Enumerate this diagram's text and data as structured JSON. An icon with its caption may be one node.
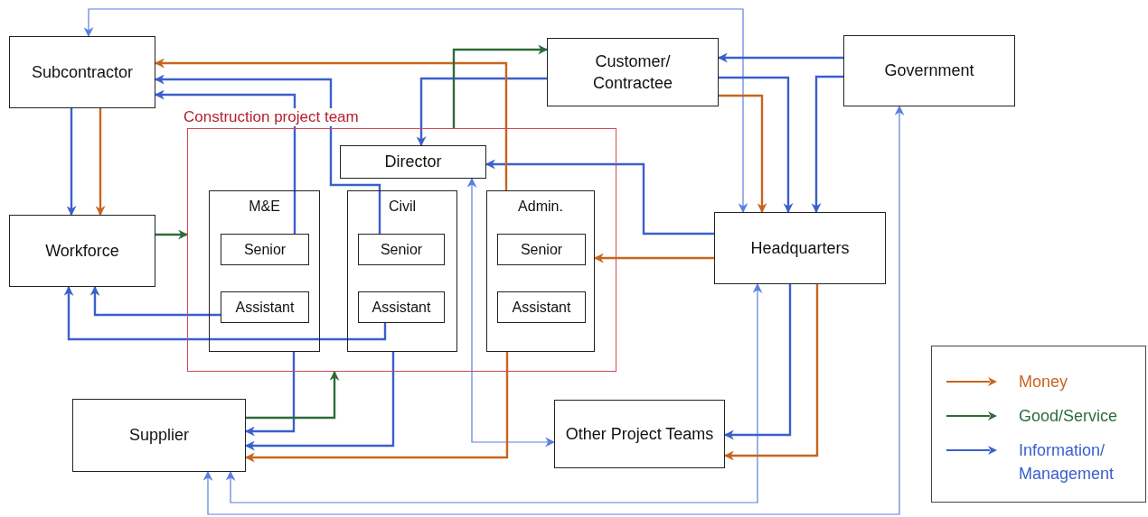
{
  "diagram": {
    "nodes": [
      {
        "text": [
          "Subcontractor"
        ]
      },
      {
        "text": [
          "Customer/ Contractee"
        ]
      },
      {
        "text": [
          "Government"
        ]
      },
      {
        "text": [
          "Construction project team"
        ]
      },
      {
        "text": [
          "Director"
        ],
        "in": 3
      },
      {
        "text": [
          "M&E"
        ],
        "in": 3
      },
      {
        "text": [
          "Senior"
        ],
        "in": 5
      },
      {
        "text": [
          "Assistant"
        ],
        "in": 5
      },
      {
        "text": [
          "Civil"
        ],
        "in": 3
      },
      {
        "text": [
          "Senior"
        ],
        "in": 8
      },
      {
        "text": [
          "Assistant"
        ],
        "in": 8
      },
      {
        "text": [
          "Admin."
        ],
        "in": 3
      },
      {
        "text": [
          "Senior"
        ],
        "in": 11
      },
      {
        "text": [
          "Assistant"
        ],
        "in": 11
      },
      {
        "text": [
          "Workforce"
        ]
      },
      {
        "text": [
          "Headquarters"
        ]
      },
      {
        "text": [
          "Supplier"
        ]
      },
      {
        "text": [
          "Other Project Teams"
        ]
      }
    ],
    "edges": [
      {
        "from": 0,
        "to": 15,
        "arrow": "both",
        "color": "#5a7fe0"
      },
      {
        "from": 2,
        "to": 16,
        "arrow": "both",
        "color": "#5a7fe0"
      },
      {
        "from": 16,
        "to": 15,
        "arrow": "both",
        "color": "#5a7fe0"
      },
      {
        "from": 4,
        "to": 17,
        "arrow": "both",
        "color": "#5a7fe0"
      },
      {
        "from": 2,
        "to": 1,
        "arrow": "to"
      },
      {
        "from": 1,
        "to": 15,
        "arrow": "to"
      },
      {
        "from": 2,
        "to": 15,
        "arrow": "to"
      },
      {
        "from": 1,
        "to": 4,
        "arrow": "to"
      },
      {
        "from": 15,
        "to": 4,
        "arrow": "to"
      },
      {
        "from": 9,
        "to": 0,
        "arrow": "to"
      },
      {
        "from": 6,
        "to": 0,
        "arrow": "to"
      },
      {
        "from": 7,
        "to": 14,
        "arrow": "to"
      },
      {
        "from": 10,
        "to": 14,
        "arrow": "to"
      },
      {
        "from": 5,
        "to": 16,
        "arrow": "to"
      },
      {
        "from": 8,
        "to": 16,
        "arrow": "to"
      },
      {
        "from": 15,
        "to": 17,
        "arrow": "to"
      },
      {
        "from": 0,
        "to": 14,
        "arrow": "to"
      },
      {
        "from": 11,
        "to": 0,
        "arrow": "to",
        "color": "#c8641e"
      },
      {
        "from": 1,
        "to": 15,
        "arrow": "to",
        "color": "#c8641e"
      },
      {
        "from": 15,
        "to": 11,
        "arrow": "to",
        "color": "#c8641e"
      },
      {
        "from": 11,
        "to": 16,
        "arrow": "to",
        "color": "#c8641e"
      },
      {
        "from": 15,
        "to": 17,
        "arrow": "to",
        "color": "#c8641e"
      },
      {
        "from": 0,
        "to": 14,
        "arrow": "to",
        "color": "#c8641e"
      },
      {
        "from": 3,
        "to": 1,
        "arrow": "to",
        "color": "#2e6b3a"
      },
      {
        "from": 14,
        "to": 3,
        "arrow": "to",
        "color": "#2e6b3a"
      },
      {
        "from": 16,
        "to": 3,
        "arrow": "to",
        "color": "#2e6b3a"
      }
    ],
    "legend": [
      {
        "text": "Money",
        "color": "#c8641e"
      },
      {
        "text": "Good/Service",
        "color": "#2e6b3a"
      },
      {
        "text": "Information/ Management",
        "color": "#3a5fcd"
      }
    ]
  }
}
